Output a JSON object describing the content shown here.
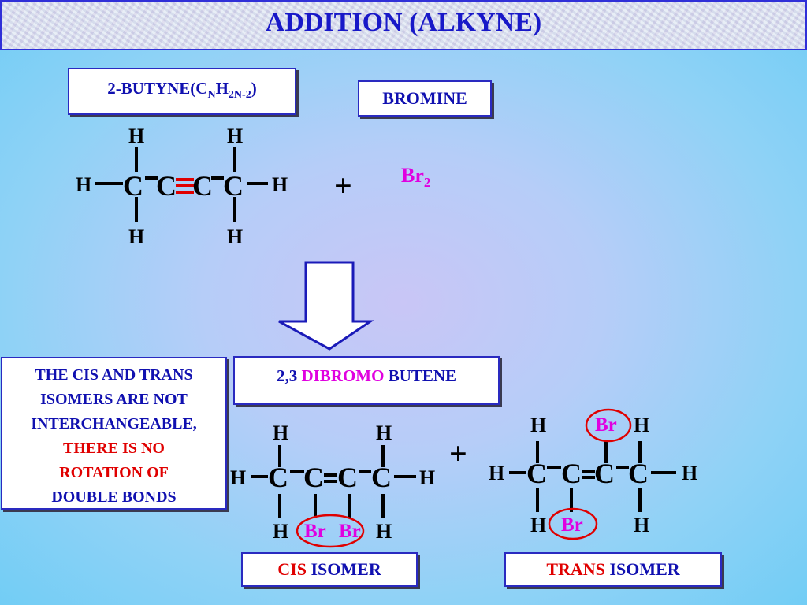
{
  "title": "ADDITION (ALKYNE)",
  "reactants": {
    "butyne_label_main": "2-BUTYNE(C",
    "butyne_sub_n": "N",
    "butyne_h": "H",
    "butyne_sub_2n": "2N-2",
    "butyne_close": ")",
    "bromine_label": "BROMINE",
    "br2_symbol": "Br",
    "br2_sub": "2",
    "plus": "+"
  },
  "product": {
    "label_prefix": "2,3 ",
    "label_highlight": "DIBROMO",
    "label_suffix": " BUTENE",
    "plus": "+"
  },
  "note": {
    "line1": "THE CIS AND TRANS",
    "line2": "ISOMERS ARE NOT",
    "line3": "INTERCHANGEABLE,",
    "line4": "THERE IS NO",
    "line5": "ROTATION OF",
    "line6": "DOUBLE BONDS"
  },
  "cis_label": {
    "highlight": "CIS",
    "rest": " ISOMER"
  },
  "trans_label": {
    "highlight": "TRANS",
    "rest": " ISOMER"
  },
  "atoms": {
    "H": "H",
    "C": "C",
    "Br": "Br"
  },
  "colors": {
    "title": "#1818c8",
    "bromine": "#e000e0",
    "warning": "#e00000",
    "triple_bond": "#e00000",
    "box_border": "#2a2ac0"
  }
}
